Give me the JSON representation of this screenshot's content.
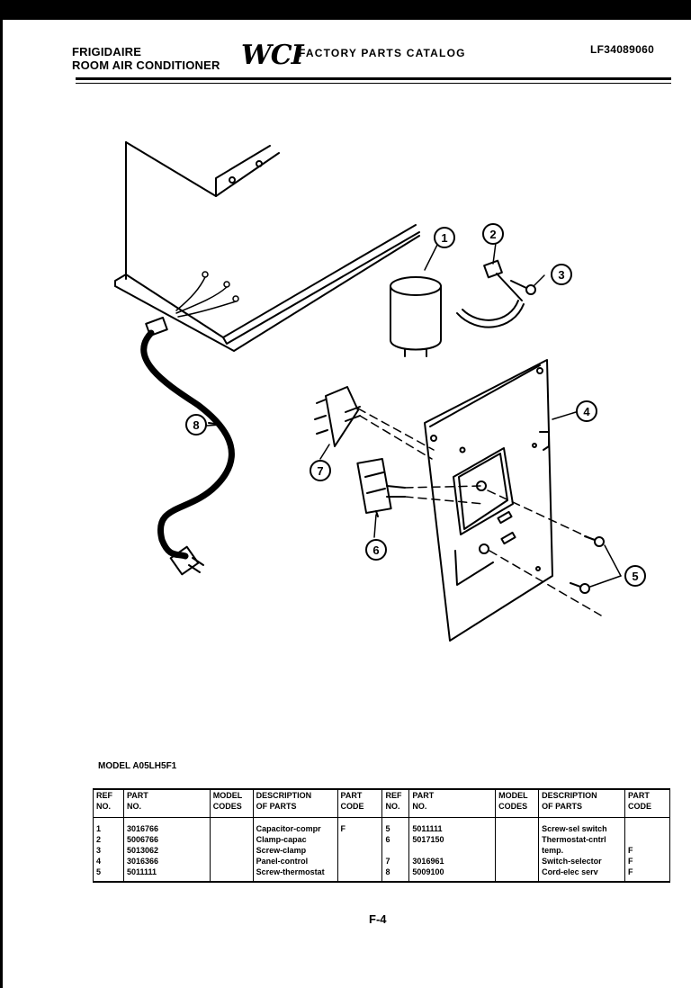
{
  "header": {
    "brand_line1": "FRIGIDAIRE",
    "brand_line2": "ROOM AIR CONDITIONER",
    "logo": "WCI",
    "catalog_title": "FACTORY PARTS CATALOG",
    "catalog_code": "LF34089060"
  },
  "diagram": {
    "callouts": [
      "1",
      "2",
      "3",
      "4",
      "5",
      "6",
      "7",
      "8"
    ]
  },
  "model_label": "MODEL A05LH5F1",
  "table": {
    "headers": {
      "ref_no": [
        "REF",
        "NO."
      ],
      "part_no": [
        "PART",
        "NO."
      ],
      "model_codes": [
        "MODEL",
        "CODES"
      ],
      "description": [
        "DESCRIPTION",
        "OF PARTS"
      ],
      "part_code": [
        "PART",
        "CODE"
      ]
    },
    "left_rows": [
      {
        "ref": "1",
        "part": "3016766",
        "model": "",
        "desc": "Capacitor-compr",
        "code": "F"
      },
      {
        "ref": "2",
        "part": "5006766",
        "model": "",
        "desc": "Clamp-capac",
        "code": ""
      },
      {
        "ref": "3",
        "part": "5013062",
        "model": "",
        "desc": "Screw-clamp",
        "code": ""
      },
      {
        "ref": "4",
        "part": "3016366",
        "model": "",
        "desc": "Panel-control",
        "code": ""
      },
      {
        "ref": "5",
        "part": "5011111",
        "model": "",
        "desc": "Screw-thermostat",
        "code": ""
      }
    ],
    "right_rows": [
      {
        "ref": "5",
        "part": "5011111",
        "model": "",
        "desc": "Screw-sel switch",
        "code": ""
      },
      {
        "ref": "6",
        "part": "5017150",
        "model": "",
        "desc": "Thermostat-cntrl",
        "code": ""
      },
      {
        "ref": "",
        "part": "",
        "model": "",
        "desc": "temp.",
        "code": "F"
      },
      {
        "ref": "7",
        "part": "3016961",
        "model": "",
        "desc": "Switch-selector",
        "code": "F"
      },
      {
        "ref": "8",
        "part": "5009100",
        "model": "",
        "desc": "Cord-elec serv",
        "code": "F"
      }
    ]
  },
  "page_number": "F-4"
}
